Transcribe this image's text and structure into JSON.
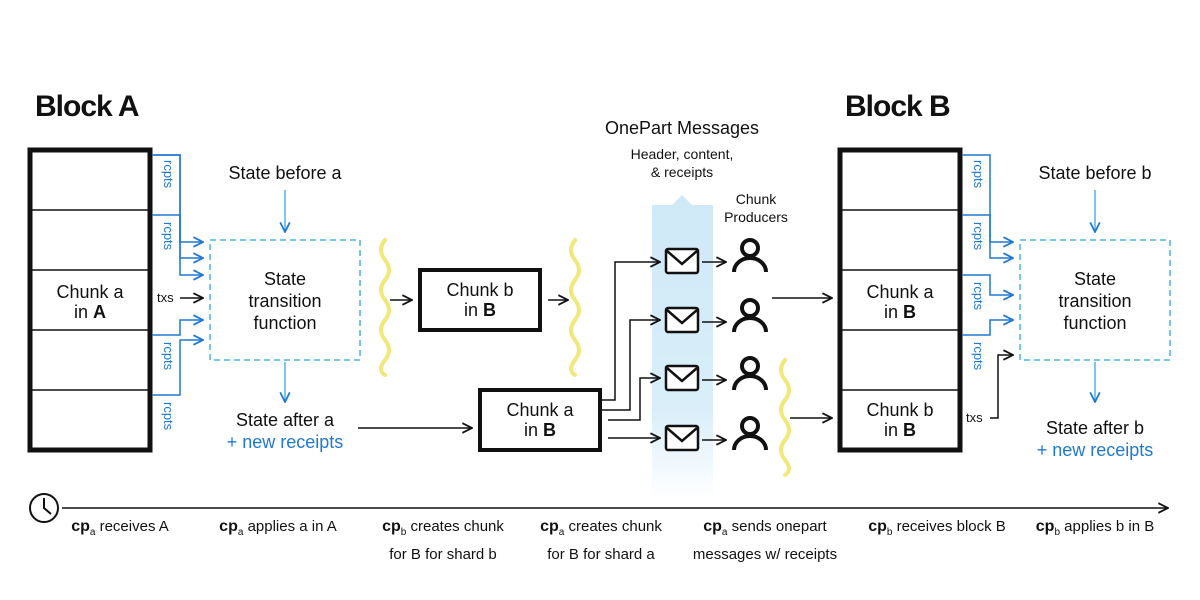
{
  "block_a": {
    "title": "Block A",
    "chunk_label_1": "Chunk a",
    "chunk_label_2_prefix": "in ",
    "chunk_label_2_bold": "A"
  },
  "block_b": {
    "title": "Block B",
    "chunk_a_1": "Chunk a",
    "chunk_a_2_prefix": "in ",
    "chunk_a_2_bold": "B",
    "chunk_b_1": "Chunk b",
    "chunk_b_2_prefix": "in ",
    "chunk_b_2_bold": "B"
  },
  "stf_a": {
    "line1": "State",
    "line2": "transition",
    "line3": "function"
  },
  "stf_b": {
    "line1": "State",
    "line2": "transition",
    "line3": "function"
  },
  "state_before_a": "State before a",
  "state_after_a": "State after a",
  "new_receipts_a": "+ new receipts",
  "state_before_b": "State before b",
  "state_after_b": "State after b",
  "new_receipts_b": "+ new receipts",
  "middle_chunk_b": {
    "line1": "Chunk b",
    "line2_prefix": "in ",
    "line2_bold": "B"
  },
  "middle_chunk_a": {
    "line1": "Chunk a",
    "line2_prefix": "in ",
    "line2_bold": "B"
  },
  "onepart": {
    "title": "OnePart Messages",
    "sub1": "Header, content,",
    "sub2": "& receipts"
  },
  "chunk_producers": {
    "line1": "Chunk",
    "line2": "Producers"
  },
  "rcpts": "rcpts",
  "txs": "txs",
  "colors": {
    "blue": "#1f78d1",
    "light_blue": "#bfe3f5",
    "yellow": "#f0e87a",
    "black": "#111111"
  },
  "icons": [
    "clock-icon",
    "envelope-icon",
    "person-icon"
  ],
  "timeline": [
    {
      "cp": "cp",
      "sub": "a",
      "l1": " receives A",
      "l2": ""
    },
    {
      "cp": "cp",
      "sub": "a",
      "l1": " applies a in A",
      "l2": ""
    },
    {
      "cp": "cp",
      "sub": "b",
      "l1": " creates chunk",
      "l2": "for B for shard b"
    },
    {
      "cp": "cp",
      "sub": "a",
      "l1": " creates chunk",
      "l2": "for B for shard a"
    },
    {
      "cp": "cp",
      "sub": "a",
      "l1": " sends onepart",
      "l2": "messages w/ receipts"
    },
    {
      "cp": "cp",
      "sub": "b",
      "l1": " receives block B",
      "l2": ""
    },
    {
      "cp": "cp",
      "sub": "b",
      "l1": " applies b in B",
      "l2": ""
    }
  ]
}
